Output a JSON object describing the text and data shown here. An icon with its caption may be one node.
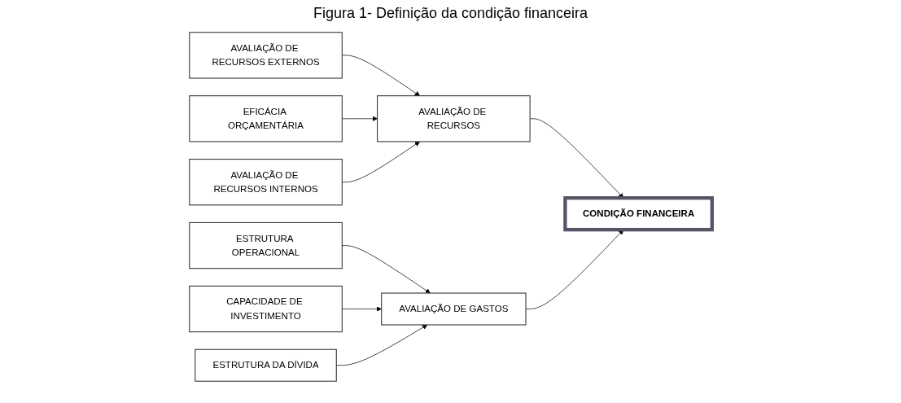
{
  "diagram": {
    "title": "Figura 1- Definição da condição financeira",
    "nodes": [
      {
        "text": [
          "AVALIAÇÃO DE RECURSOS EXTERNOS"
        ]
      },
      {
        "text": [
          "EFICÁCIA ORÇAMENTÁRIA"
        ]
      },
      {
        "text": [
          "AVALIAÇÃO DE RECURSOS INTERNOS"
        ]
      },
      {
        "text": [
          "AVALIAÇÃO DE RECURSOS"
        ]
      },
      {
        "text": [
          "CONDIÇÃO FINANCEIRA"
        ]
      },
      {
        "text": [
          "AVALIAÇÃO DE GASTOS"
        ]
      },
      {
        "text": [
          "ESTRUTURA OPERACIONAL"
        ]
      },
      {
        "text": [
          "CAPACIDADE DE INVESTIMENTO"
        ]
      },
      {
        "text": [
          "ESTRUTURA DA DÍVIDA"
        ]
      }
    ],
    "edges": [
      {
        "from": 0,
        "to": 3,
        "arrow": "to"
      },
      {
        "from": 1,
        "to": 3,
        "arrow": "to"
      },
      {
        "from": 2,
        "to": 3,
        "arrow": "to"
      },
      {
        "from": 3,
        "to": 4,
        "arrow": "to"
      },
      {
        "from": 5,
        "to": 4,
        "arrow": "to"
      },
      {
        "from": 6,
        "to": 5,
        "arrow": "to"
      },
      {
        "from": 7,
        "to": 5,
        "arrow": "to"
      },
      {
        "from": 8,
        "to": 5,
        "arrow": "to"
      }
    ]
  }
}
